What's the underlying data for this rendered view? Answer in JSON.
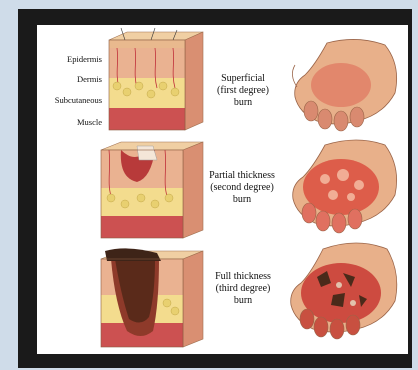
{
  "layers": {
    "epidermis": "Epidermis",
    "dermis": "Dermis",
    "subcutaneous": "Subcutaneous",
    "muscle": "Muscle"
  },
  "burns": [
    {
      "line1": "Superficial",
      "line2": "(first degree)",
      "line3": "burn"
    },
    {
      "line1": "Partial thickness",
      "line2": "(second degree)",
      "line3": "burn"
    },
    {
      "line1": "Full thickness",
      "line2": "(third degree)",
      "line3": "burn"
    }
  ],
  "colors": {
    "frame": "#cfdce9",
    "panel": "#1a1a1a",
    "skin_top": "#e8c59a",
    "dermis": "#e7b08c",
    "fat": "#f1d98a",
    "muscle": "#c94b4b",
    "burn_red": "#d9483a",
    "char": "#4a2a1a"
  }
}
